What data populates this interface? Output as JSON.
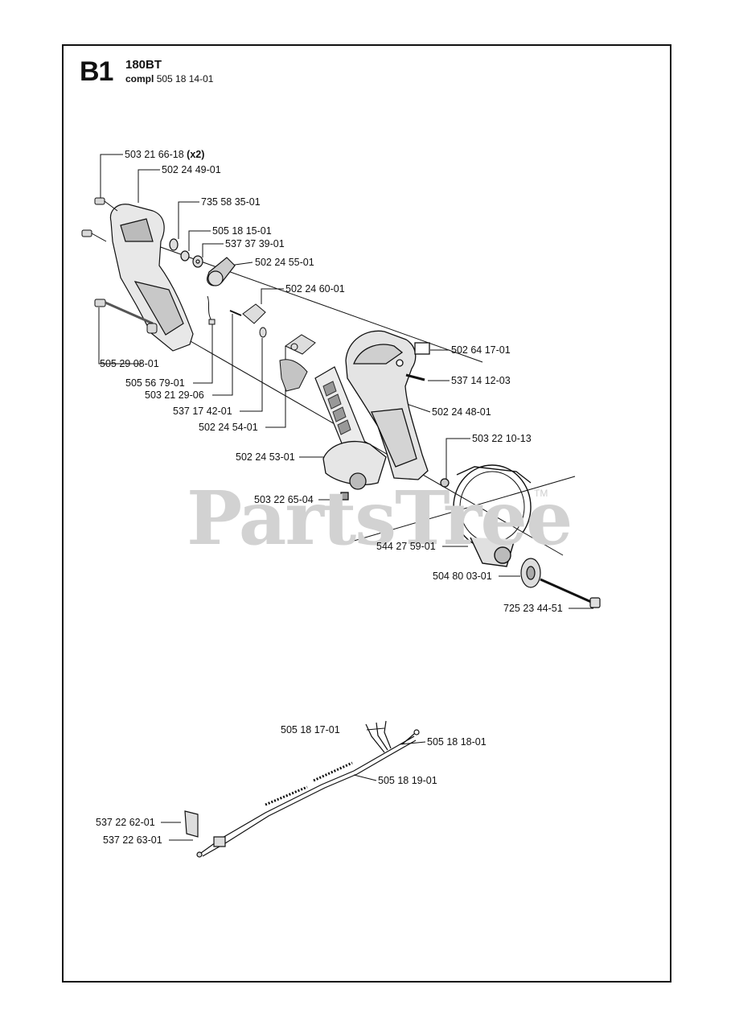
{
  "header": {
    "section": "B1",
    "model": "180BT",
    "compl_prefix": "compl",
    "compl_number": "505 18 14-01"
  },
  "watermark": {
    "text": "PartsTree",
    "tm": "TM"
  },
  "parts": {
    "p_503216618": "503 21 66-18",
    "p_503216618_qty": "(x2)",
    "p_502244901": "502 24 49-01",
    "p_735583501": "735 58 35-01",
    "p_505181501": "505 18 15-01",
    "p_537373901": "537 37 39-01",
    "p_502245501": "502 24 55-01",
    "p_502246001": "502 24 60-01",
    "p_502641701": "502 64 17-01",
    "p_537141203": "537 14 12-03",
    "p_505290801": "505 29 08-01",
    "p_505567901": "505 56 79-01",
    "p_503212906": "503 21 29-06",
    "p_537174201": "537 17 42-01",
    "p_502245401": "502 24 54-01",
    "p_502244801": "502 24 48-01",
    "p_503221013": "503 22 10-13",
    "p_502245301": "502 24 53-01",
    "p_503226504": "503 22 65-04",
    "p_544275901": "544 27 59-01",
    "p_504800301": "504 80 03-01",
    "p_725234451": "725 23 44-51",
    "p_505181701": "505 18 17-01",
    "p_505181801": "505 18 18-01",
    "p_505181901": "505 18 19-01",
    "p_537226201": "537 22 62-01",
    "p_537226301": "537 22 63-01"
  }
}
